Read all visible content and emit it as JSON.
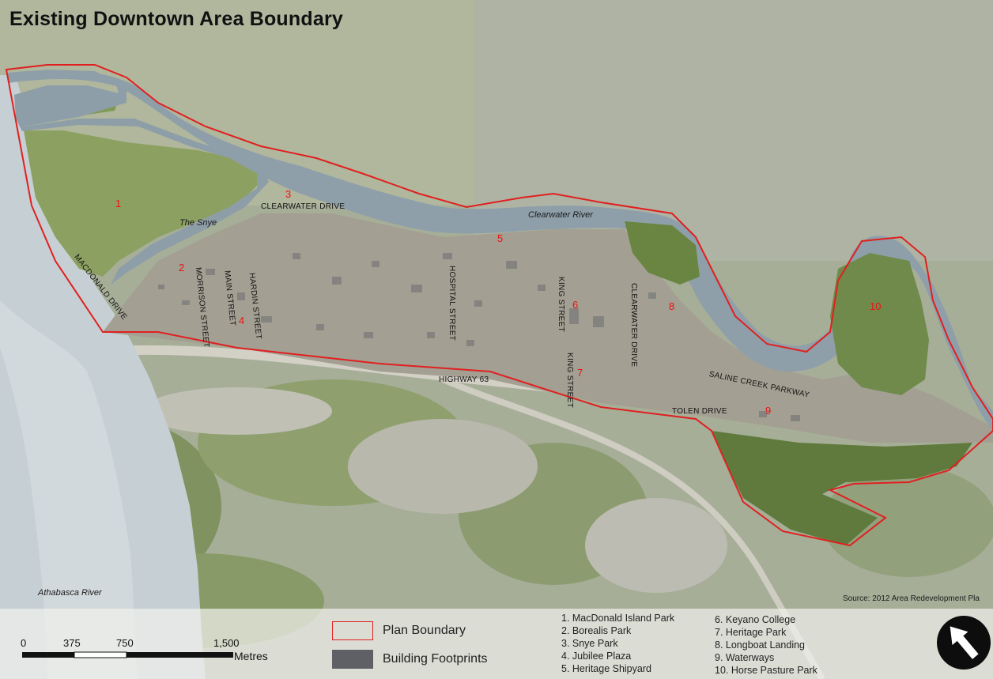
{
  "title": "Existing Downtown Area Boundary",
  "source": "Source: 2012 Area Redevelopment Pla",
  "water_labels": {
    "snye": "The Snye",
    "clearwater": "Clearwater River",
    "athabasca": "Athabasca River"
  },
  "streets": {
    "clearwater_drive_top": "CLEARWATER DRIVE",
    "macdonald_drive": "MACDONALD DRIVE",
    "morrison_street": "MORRISON STREET",
    "main_street": "MAIN STREET",
    "hardin_street": "HARDIN STREET",
    "hospital_street": "HOSPITAL STREET",
    "king_street_upper": "KING STREET",
    "king_street_lower": "KING STREET",
    "clearwater_drive_east": "CLEARWATER DRIVE",
    "highway_63": "HIGHWAY 63",
    "saline_creek_parkway": "SALINE CREEK PARKWAY",
    "tolen_drive": "TOLEN DRIVE"
  },
  "markers": [
    "1",
    "2",
    "3",
    "4",
    "5",
    "6",
    "7",
    "8",
    "9",
    "10"
  ],
  "scale_bar": {
    "ticks": [
      "0",
      "375",
      "750",
      "1,500"
    ],
    "unit": "Metres"
  },
  "legend": {
    "plan_boundary": "Plan Boundary",
    "building_footprints": "Building Footprints",
    "boundary_color": "#e02020",
    "footprint_color": "#5e6065"
  },
  "places": [
    "1. MacDonald Island Park",
    "2. Borealis Park",
    "3. Snye Park",
    "4. Jubilee Plaza",
    "5. Heritage Shipyard",
    "6. Keyano College",
    "7. Heritage Park",
    "8. Longboat Landing",
    "9. Waterways",
    "10. Horse Pasture Park"
  ],
  "north_arrow_icon": "north-arrow-icon"
}
